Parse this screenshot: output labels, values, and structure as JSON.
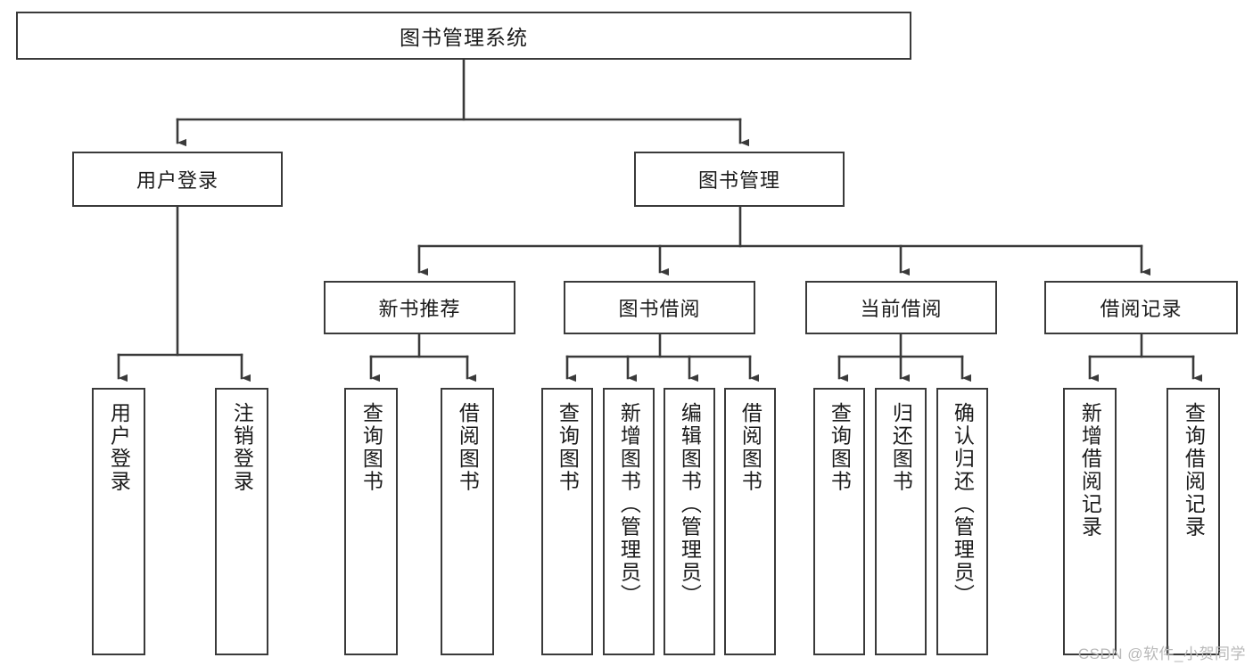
{
  "diagram": {
    "title": "图书管理系统",
    "type": "tree-hierarchy-chart",
    "colors": {
      "box_border": "#3a3a3a",
      "box_fill": "#ffffff",
      "connector": "#3a3a3a",
      "text": "#1b1b1b",
      "watermark": "#b9b9b9"
    },
    "root": {
      "label": "图书管理系统"
    },
    "level2": [
      {
        "label": "用户登录"
      },
      {
        "label": "图书管理"
      }
    ],
    "level3": [
      {
        "label": "新书推荐"
      },
      {
        "label": "图书借阅"
      },
      {
        "label": "当前借阅"
      },
      {
        "label": "借阅记录"
      }
    ],
    "leaves": {
      "user_login": [
        {
          "label": "用户登录"
        },
        {
          "label": "注销登录"
        }
      ],
      "new_book_recommend": [
        {
          "label": "查询图书"
        },
        {
          "label": "借阅图书"
        }
      ],
      "book_borrow": [
        {
          "label": "查询图书"
        },
        {
          "label": "新增图书（管理员）"
        },
        {
          "label": "编辑图书（管理员）"
        },
        {
          "label": "借阅图书"
        }
      ],
      "current_borrow": [
        {
          "label": "查询图书"
        },
        {
          "label": "归还图书"
        },
        {
          "label": "确认归还（管理员）"
        }
      ],
      "borrow_records": [
        {
          "label": "新增借阅记录"
        },
        {
          "label": "查询借阅记录"
        }
      ]
    },
    "watermark": "CSDN @软件_小贺同学"
  }
}
